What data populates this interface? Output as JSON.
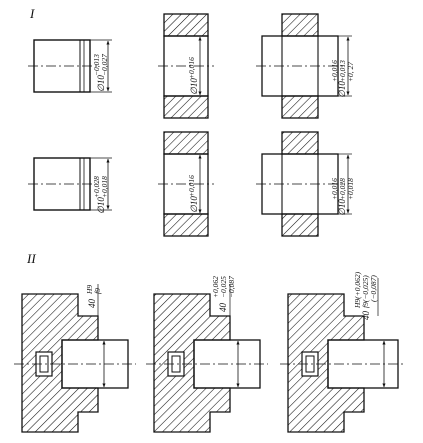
{
  "sections": {
    "one": "I",
    "two": "II"
  },
  "labels": {
    "r1c1": [
      "∅10",
      "−0,013",
      "−0,027"
    ],
    "r1c2": [
      "∅10",
      "+0,016"
    ],
    "r1c3": [
      "∅10",
      "+0,016",
      "+0,013",
      "+0, 27"
    ],
    "r2c1": [
      "∅10",
      "+0,028",
      "+0,018"
    ],
    "r2c2": [
      "∅10",
      "+0,016"
    ],
    "r2c3": [
      "∅10",
      "+0,016",
      "+0,028",
      "+0,018"
    ],
    "b1": [
      "40",
      "H9",
      "f9"
    ],
    "b2": [
      "40",
      "+0,062",
      "−0,025",
      "−0,087"
    ],
    "b3": [
      "40",
      "H9(+0,062)",
      "f9(−0,025)",
      "(−0,087)"
    ]
  }
}
